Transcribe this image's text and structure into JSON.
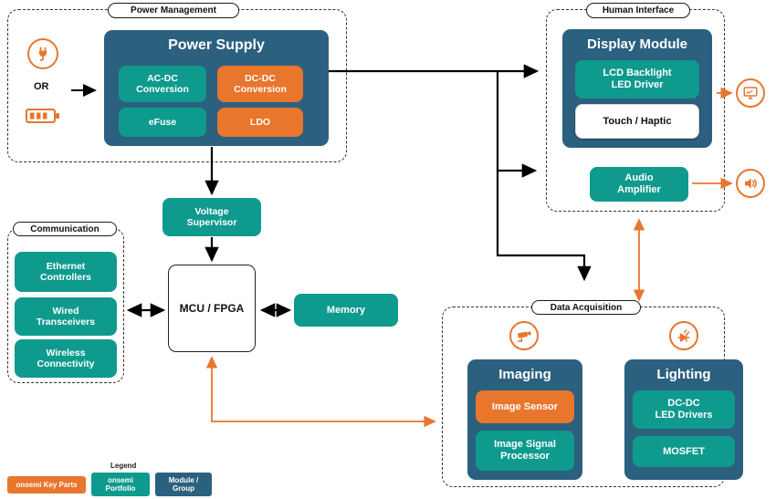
{
  "colors": {
    "teal": "#0f9a8e",
    "orange": "#e8762d",
    "navy": "#2b607f"
  },
  "power": {
    "group_label": "Power Management",
    "or_label": "OR",
    "module_title": "Power Supply",
    "acdc": "AC-DC\nConversion",
    "dcdc": "DC-DC\nConversion",
    "efuse": "eFuse",
    "ldo": "LDO"
  },
  "human_interface": {
    "group_label": "Human Interface",
    "module_title": "Display Module",
    "lcd": "LCD Backlight\nLED Driver",
    "touch": "Touch / Haptic",
    "audio": "Audio\nAmplifier"
  },
  "communication": {
    "group_label": "Communication",
    "items": [
      "Ethernet\nControllers",
      "Wired\nTransceivers",
      "Wireless\nConnectivity"
    ]
  },
  "core": {
    "voltage_supervisor": "Voltage\nSupervisor",
    "mcu": "MCU / FPGA",
    "memory": "Memory"
  },
  "data_acquisition": {
    "group_label": "Data Acquisition",
    "imaging_title": "Imaging",
    "image_sensor": "Image Sensor",
    "isp": "Image Signal\nProcessor",
    "lighting_title": "Lighting",
    "dcdc_led": "DC-DC\nLED Drivers",
    "mosfet": "MOSFET"
  },
  "legend": {
    "title": "Legend",
    "key_parts": "onsemi Key Parts",
    "portfolio": "onsemi\nPortfolio",
    "module_group": "Module /\nGroup"
  },
  "icons": {
    "plug": "ac-plug-icon",
    "battery": "battery-icon",
    "display": "monitor-icon",
    "speaker": "speaker-icon",
    "camera": "cctv-camera-icon",
    "led": "led-icon"
  }
}
